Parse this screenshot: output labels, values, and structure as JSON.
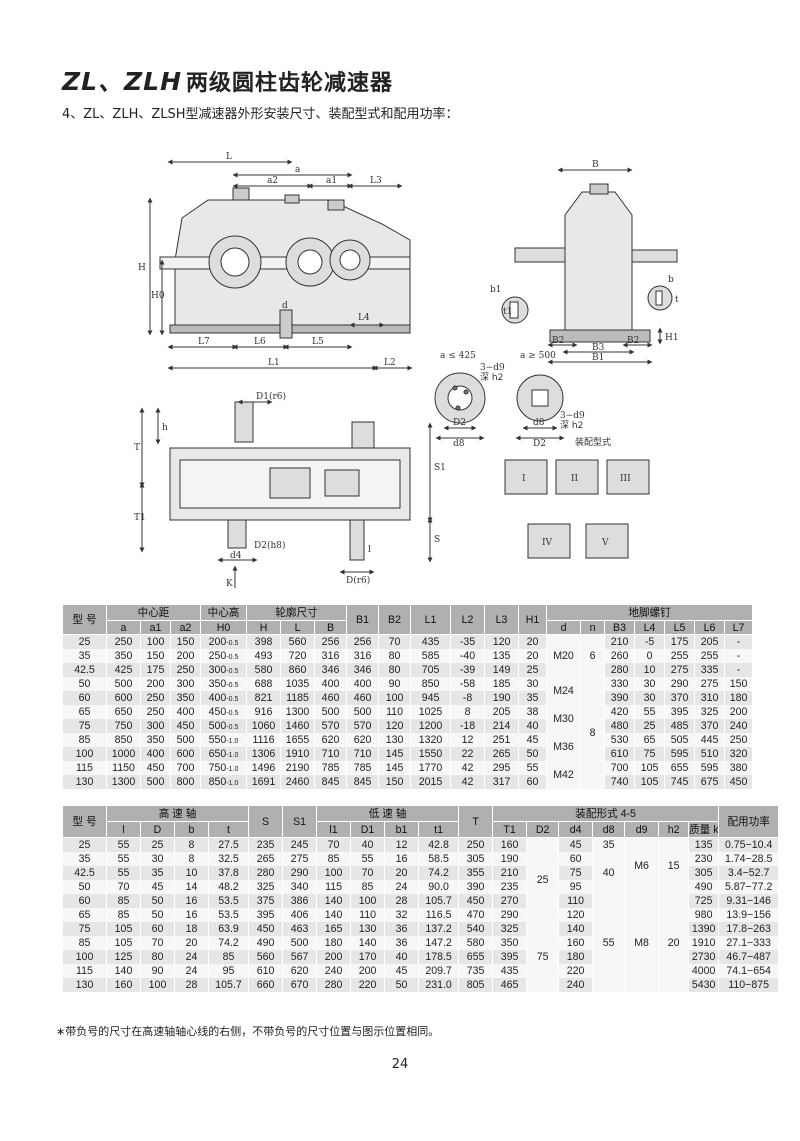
{
  "header": {
    "title_latin": "ZL、ZLH",
    "title_cn": "两级圆柱齿轮减速器",
    "subtitle": "4、ZL、ZLH、ZLSH型减速器外形安装尺寸、装配型式和配用功率："
  },
  "drawing": {
    "labels": {
      "L": "L",
      "a": "a",
      "a1": "a1",
      "a2": "a2",
      "L3": "L3",
      "H": "H",
      "H0": "H0",
      "d": "d",
      "L4": "L4",
      "L7": "L7",
      "L6": "L6",
      "L5": "L5",
      "L1": "L1",
      "L2": "L2",
      "B": "B",
      "b1": "b1",
      "t1": "t1",
      "b": "b",
      "t": "t",
      "B2": "B2",
      "B3": "B3",
      "B1": "B1",
      "H1": "H1",
      "a_le": "a ≤ 425",
      "a_ge": "a ≥ 500",
      "d9_left": "3−d9",
      "h2_left": "深 h2",
      "d9_right": "3−d9",
      "h2_right": "深 h2",
      "D2_left": "D2",
      "d8_left": "d8",
      "d8_right": "d8",
      "D2_right": "D2",
      "D1r6": "D1(r6)",
      "T": "T",
      "h": "h",
      "T1": "T1",
      "S1": "S1",
      "S": "S",
      "D2h8": "D2(h8)",
      "d4": "d4",
      "l": "l",
      "Dr6": "D(r6)",
      "K": "K",
      "assembly_title": "装配型式",
      "forms": [
        "I",
        "II",
        "III",
        "IV",
        "V"
      ]
    }
  },
  "table1": {
    "group_headers": [
      "型 号",
      "中心距",
      "中心高",
      "轮廓尺寸",
      "地脚螺钉"
    ],
    "col_headers": [
      "a",
      "a1",
      "a2",
      "H0",
      "H",
      "L",
      "B",
      "B1",
      "B2",
      "L1",
      "L2",
      "L3",
      "H1",
      "d",
      "n",
      "B3",
      "L4",
      "L5",
      "L6",
      "L7"
    ],
    "h0_tolerances": [
      "-0.5",
      "-0.5",
      "-0.5",
      "-0.5",
      "-0.5",
      "-0.5",
      "-0.5",
      "-1.0",
      "-1.0",
      "-1.0",
      "-1.0"
    ],
    "rows": [
      [
        "25",
        "250",
        "100",
        "150",
        "200",
        "398",
        "560",
        "256",
        "256",
        "70",
        "435",
        "-35",
        "120",
        "20",
        "210",
        "-5",
        "175",
        "205",
        "-"
      ],
      [
        "35",
        "350",
        "150",
        "200",
        "250",
        "493",
        "720",
        "316",
        "316",
        "80",
        "585",
        "-40",
        "135",
        "20",
        "260",
        "0",
        "255",
        "255",
        "-"
      ],
      [
        "42.5",
        "425",
        "175",
        "250",
        "300",
        "580",
        "860",
        "346",
        "346",
        "80",
        "705",
        "-39",
        "149",
        "25",
        "280",
        "10",
        "275",
        "335",
        "-"
      ],
      [
        "50",
        "500",
        "200",
        "300",
        "350",
        "688",
        "1035",
        "400",
        "400",
        "90",
        "850",
        "-58",
        "185",
        "30",
        "330",
        "30",
        "290",
        "275",
        "150"
      ],
      [
        "60",
        "600",
        "250",
        "350",
        "400",
        "821",
        "1185",
        "460",
        "460",
        "100",
        "945",
        "-8",
        "190",
        "35",
        "390",
        "30",
        "370",
        "310",
        "180"
      ],
      [
        "65",
        "650",
        "250",
        "400",
        "450",
        "916",
        "1300",
        "500",
        "500",
        "110",
        "1025",
        "8",
        "205",
        "38",
        "420",
        "55",
        "395",
        "325",
        "200"
      ],
      [
        "75",
        "750",
        "300",
        "450",
        "500",
        "1060",
        "1460",
        "570",
        "570",
        "120",
        "1200",
        "-18",
        "214",
        "40",
        "480",
        "25",
        "485",
        "370",
        "240"
      ],
      [
        "85",
        "850",
        "350",
        "500",
        "550",
        "1116",
        "1655",
        "620",
        "620",
        "130",
        "1320",
        "12",
        "251",
        "45",
        "530",
        "65",
        "505",
        "445",
        "250"
      ],
      [
        "100",
        "1000",
        "400",
        "600",
        "650",
        "1306",
        "1910",
        "710",
        "710",
        "145",
        "1550",
        "22",
        "265",
        "50",
        "610",
        "75",
        "595",
        "510",
        "320"
      ],
      [
        "115",
        "1150",
        "450",
        "700",
        "750",
        "1496",
        "2190",
        "785",
        "785",
        "145",
        "1770",
        "42",
        "295",
        "55",
        "700",
        "105",
        "655",
        "595",
        "380"
      ],
      [
        "130",
        "1300",
        "500",
        "800",
        "850",
        "1691",
        "2460",
        "845",
        "845",
        "150",
        "2015",
        "42",
        "317",
        "60",
        "740",
        "105",
        "745",
        "675",
        "450"
      ]
    ],
    "bolt_d": [
      "M20",
      "M24",
      "M30",
      "M36",
      "M42"
    ],
    "bolt_n": [
      "6",
      "8"
    ]
  },
  "table2": {
    "group_headers": [
      "型 号",
      "高 速 轴",
      "低 速 轴",
      "装配形式 4-5",
      "质量",
      "配用功率"
    ],
    "col_headers": [
      "l",
      "D",
      "b",
      "t",
      "S",
      "S1",
      "l1",
      "D1",
      "b1",
      "t1",
      "T",
      "T1",
      "D2",
      "d4",
      "d8",
      "d9",
      "h2",
      "kg"
    ],
    "rows": [
      [
        "25",
        "55",
        "25",
        "8",
        "27.5",
        "235",
        "245",
        "70",
        "40",
        "12",
        "42.8",
        "250",
        "160",
        "45",
        "135",
        "0.75−10.4"
      ],
      [
        "35",
        "55",
        "30",
        "8",
        "32.5",
        "265",
        "275",
        "85",
        "55",
        "16",
        "58.5",
        "305",
        "190",
        "60",
        "230",
        "1.74−28.5"
      ],
      [
        "42.5",
        "55",
        "35",
        "10",
        "37.8",
        "280",
        "290",
        "100",
        "70",
        "20",
        "74.2",
        "355",
        "210",
        "75",
        "305",
        "3.4−52.7"
      ],
      [
        "50",
        "70",
        "45",
        "14",
        "48.2",
        "325",
        "340",
        "115",
        "85",
        "24",
        "90.0",
        "390",
        "235",
        "95",
        "490",
        "5.87−77.2"
      ],
      [
        "60",
        "85",
        "50",
        "16",
        "53.5",
        "375",
        "386",
        "140",
        "100",
        "28",
        "105.7",
        "450",
        "270",
        "110",
        "725",
        "9.31−146"
      ],
      [
        "65",
        "85",
        "50",
        "16",
        "53.5",
        "395",
        "406",
        "140",
        "110",
        "32",
        "116.5",
        "470",
        "290",
        "120",
        "980",
        "13.9−156"
      ],
      [
        "75",
        "105",
        "60",
        "18",
        "63.9",
        "450",
        "463",
        "165",
        "130",
        "36",
        "137.2",
        "540",
        "325",
        "140",
        "1390",
        "17.8−263"
      ],
      [
        "85",
        "105",
        "70",
        "20",
        "74.2",
        "490",
        "500",
        "180",
        "140",
        "36",
        "147.2",
        "580",
        "350",
        "160",
        "1910",
        "27.1−333"
      ],
      [
        "100",
        "125",
        "80",
        "24",
        "85",
        "560",
        "567",
        "200",
        "170",
        "40",
        "178.5",
        "655",
        "395",
        "180",
        "2730",
        "46.7−487"
      ],
      [
        "115",
        "140",
        "90",
        "24",
        "95",
        "610",
        "620",
        "240",
        "200",
        "45",
        "209.7",
        "735",
        "435",
        "220",
        "4000",
        "74.1−654"
      ],
      [
        "130",
        "160",
        "100",
        "28",
        "105.7",
        "660",
        "670",
        "280",
        "220",
        "50",
        "231.0",
        "805",
        "465",
        "240",
        "5430",
        "110−875"
      ]
    ],
    "D2_groups": [
      "25",
      "75"
    ],
    "d8_groups": [
      "35",
      "40",
      "55"
    ],
    "d9_groups": [
      "M6",
      "M8"
    ],
    "h2_groups": [
      "15",
      "20"
    ]
  },
  "footnote": "∗带负号的尺寸在高速轴轴心线的右侧，不带负号的尺寸位置与图示位置相同。",
  "page_number": "24"
}
